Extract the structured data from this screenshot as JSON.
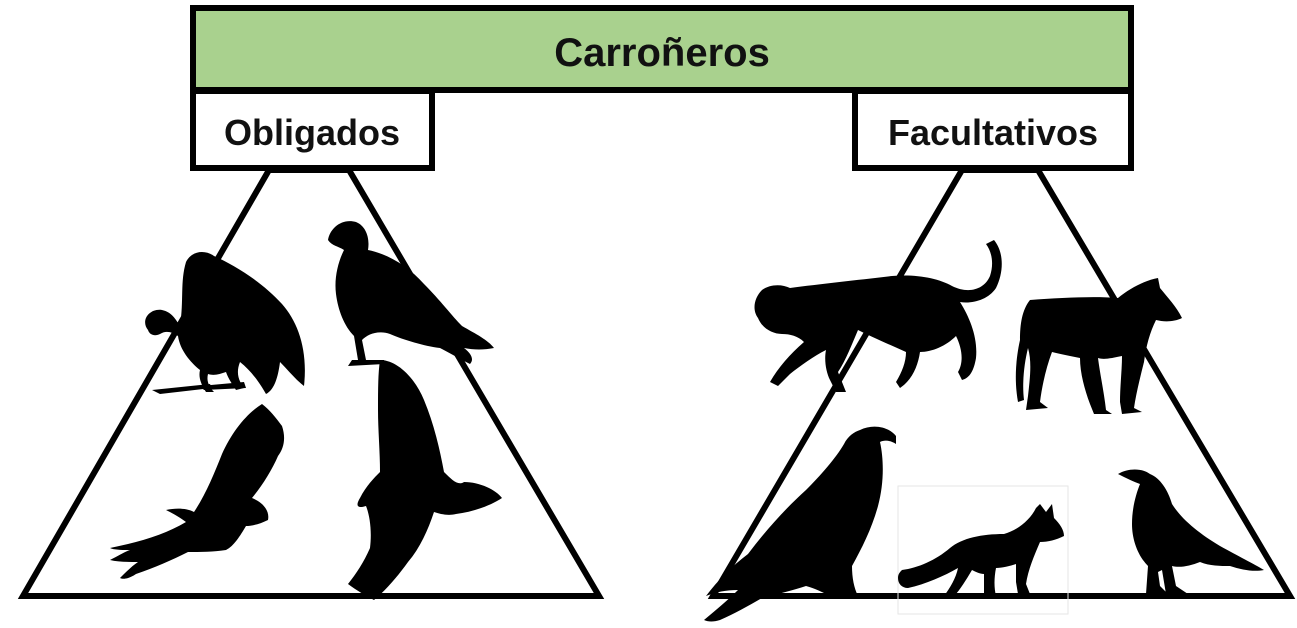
{
  "title": "Carroñeros",
  "groups": {
    "obligate": {
      "label": "Obligados",
      "animals": [
        {
          "name": "perched-vulture-icon"
        },
        {
          "name": "perched-condor-icon"
        },
        {
          "name": "soaring-vulture-icon"
        },
        {
          "name": "flying-vulture-icon"
        }
      ]
    },
    "facultative": {
      "label": "Facultativos",
      "animals": [
        {
          "name": "puma-icon"
        },
        {
          "name": "wolf-icon"
        },
        {
          "name": "eagle-icon"
        },
        {
          "name": "fox-icon"
        },
        {
          "name": "crow-icon"
        }
      ]
    }
  },
  "colors": {
    "title_fill": "#a9d18e",
    "stroke": "#000000",
    "silhouette": "#000000",
    "background": "#ffffff"
  }
}
